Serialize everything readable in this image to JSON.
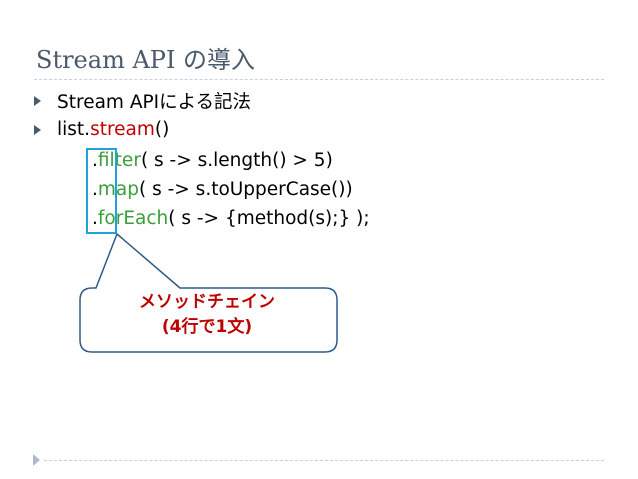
{
  "slide": {
    "title": "Stream API の導入",
    "bullets": [
      {
        "text": "Stream APIによる記法"
      }
    ],
    "code": {
      "line1": {
        "prefix": "list.",
        "method": "stream",
        "suffix": "()"
      },
      "line2": {
        "dot": ".",
        "method": "filter",
        "rest": "( s -> s.length() > 5)"
      },
      "line3": {
        "dot": ".",
        "method": "map",
        "rest": "( s -> s.toUpperCase())"
      },
      "line4": {
        "dot": ".",
        "method": "forEach",
        "rest": "( s -> {method(s);} );"
      }
    },
    "callout": {
      "line1": "メソッドチェイン",
      "line2": "(4行で1文)"
    }
  },
  "colors": {
    "title": "#4a5a6b",
    "keyword_red": "#c00000",
    "method_green": "#3a9e3a",
    "highlight_blue": "#1fa3d8",
    "callout_border": "#2e5a8a"
  }
}
